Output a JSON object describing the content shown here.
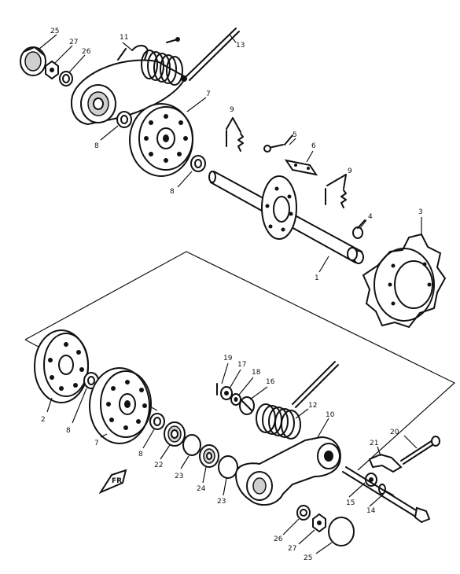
{
  "diagram": {
    "front_marker": "FR",
    "labels": {
      "l1": "1",
      "l2": "2",
      "l3": "3",
      "l4": "4",
      "l5": "5",
      "l6": "6",
      "l7a": "7",
      "l7b": "7",
      "l8a": "8",
      "l8b": "8",
      "l8c": "8",
      "l8d": "8",
      "l9a": "9",
      "l9b": "9",
      "l10": "10",
      "l11": "11",
      "l12": "12",
      "l13": "13",
      "l14": "14",
      "l15": "15",
      "l16": "16",
      "l17": "17",
      "l18": "18",
      "l19": "19",
      "l20": "20",
      "l21": "21",
      "l22": "22",
      "l23a": "23",
      "l23b": "23",
      "l24": "24",
      "l25a": "25",
      "l25b": "25",
      "l26a": "26",
      "l26b": "26",
      "l27a": "27",
      "l27b": "27"
    }
  }
}
